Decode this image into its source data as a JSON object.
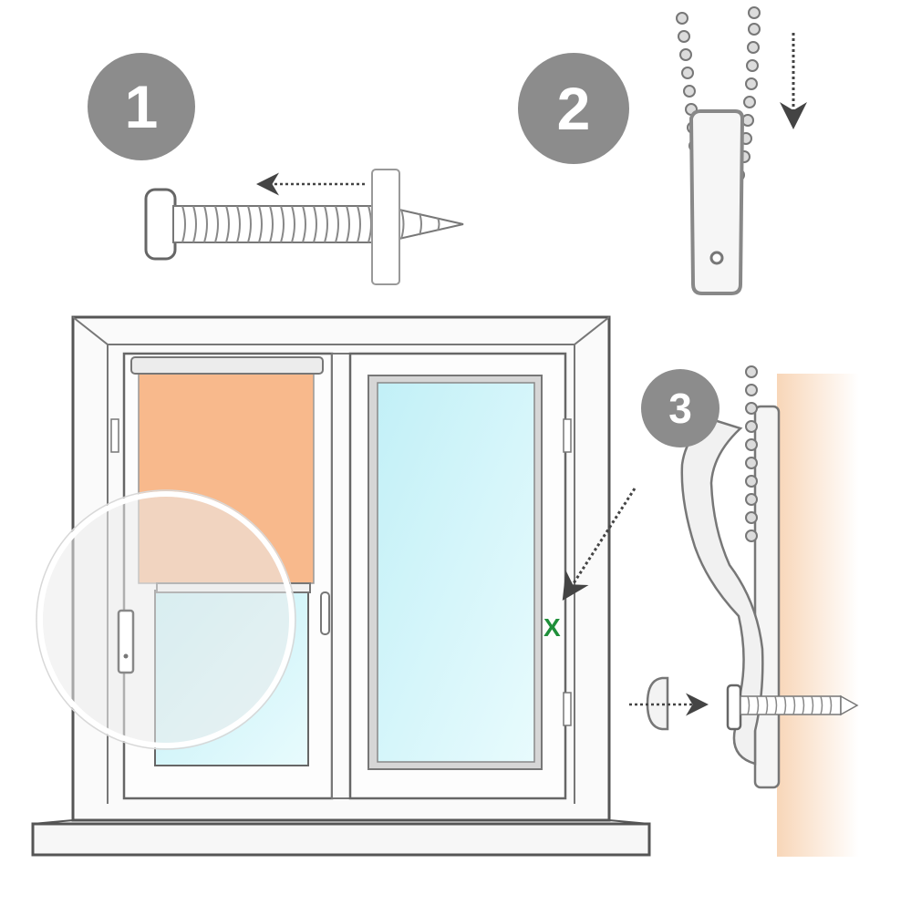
{
  "steps": [
    {
      "number": "1"
    },
    {
      "number": "2"
    },
    {
      "number": "3"
    }
  ],
  "window_mark": {
    "symbol": "X"
  },
  "colors": {
    "badge": "#8c8c8c",
    "blind_fabric": "#f8b98c",
    "glass": "#c9f2f8",
    "wall": "#fbe3cf",
    "mark": "#1f8f3a",
    "outline": "#777777"
  }
}
